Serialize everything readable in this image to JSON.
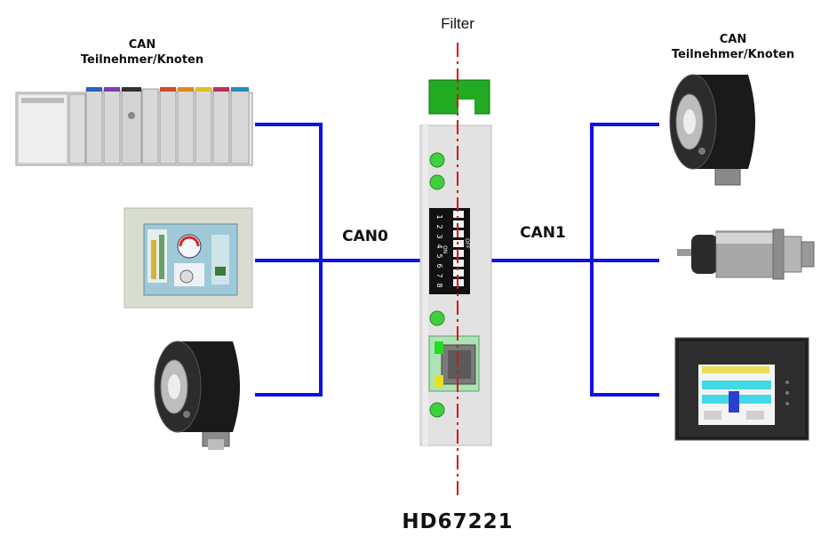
{
  "filter_label": "Filter",
  "left_title": {
    "line1": "CAN",
    "line2": "Teilnehmer/Knoten"
  },
  "right_title": {
    "line1": "CAN",
    "line2": "Teilnehmer/Knoten"
  },
  "bus_left": "CAN0",
  "bus_right": "CAN1",
  "product_name": "HD67221",
  "colors": {
    "bus_line": "#1010e6",
    "filter_line": "#e01010",
    "device_body": "#e2e2e2",
    "led": "#3fcf3f",
    "connector": "#22aa22"
  },
  "dip_switch": {
    "positions": [
      "1",
      "2",
      "3",
      "4",
      "5",
      "6",
      "7",
      "8"
    ],
    "on_label": "ON",
    "off_label": "OFF"
  },
  "left_nodes": [
    "plc-rack",
    "hmi-panel",
    "rotary-encoder"
  ],
  "right_nodes": [
    "rotary-encoder",
    "cylindrical-sensor",
    "touch-panel"
  ]
}
